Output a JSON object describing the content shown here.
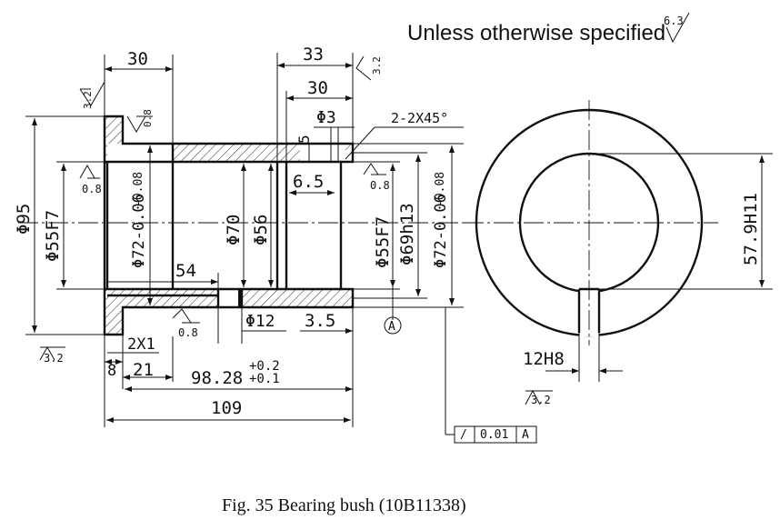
{
  "note": {
    "text": "Unless otherwise specified",
    "roughness": "6.3"
  },
  "dims": {
    "d30_top": "30",
    "d33": "33",
    "d30_inner": "30",
    "phi3": "Φ3",
    "chamfer2": "2-2X45°",
    "d5": "5",
    "d6_5": "6.5",
    "phi95": "Φ95",
    "phi55f7_left": "Φ55F7",
    "phi72_left": "Φ72-0.06",
    "phi72_left_tol": "-0.08",
    "phi70": "Φ70",
    "phi56": "Φ56",
    "phi55f7_right": "Φ55F7",
    "phi69": "Φ69h13",
    "phi72_right": "Φ72-0.06",
    "phi72_right_tol": "-0.08",
    "d54": "54",
    "phi12": "Φ12",
    "d3_5": "3.5",
    "chamfer_left": "2X1",
    "d8": "8",
    "d21": "21",
    "d98": "98.28",
    "d98_tol_up": "+0.2",
    "d98_tol_lo": "+0.1",
    "d109": "109",
    "d57_9": "57.9H11",
    "d12h8": "12H8"
  },
  "roughness": {
    "r3_2_top": "3.2",
    "r0_8_flange": "0.8",
    "r3_2_right_top": "3.2",
    "r0_8_left": "0.8",
    "r0_8_right": "0.8",
    "r0_8_bottom": "0.8",
    "r3_2_bottom_left": "3.2",
    "r3_2_side": "3.2"
  },
  "datum": "A",
  "tolerance_frame": {
    "symbol": "/",
    "value": "0.01",
    "datum": "A"
  },
  "caption": "Fig. 35    Bearing bush (10B11338)"
}
